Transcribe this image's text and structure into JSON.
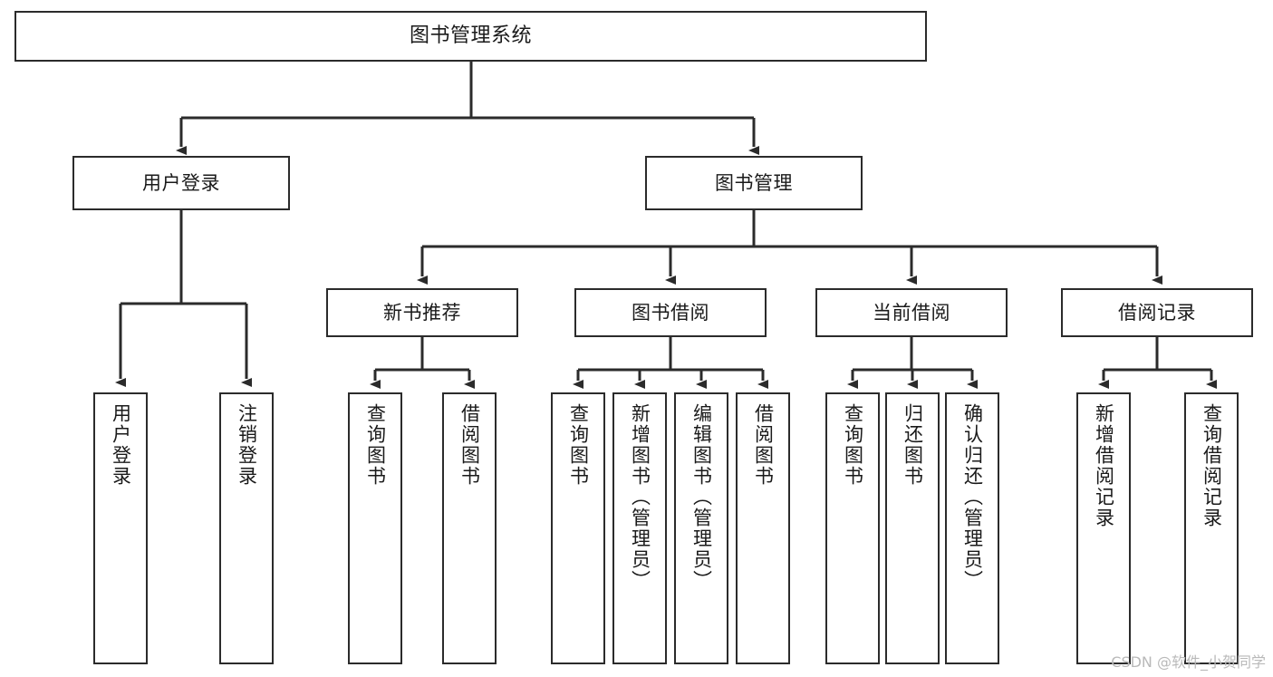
{
  "diagram": {
    "title": "图书管理系统",
    "type": "tree",
    "root": {
      "id": "root",
      "label": "图书管理系统",
      "orientation": "horizontal"
    },
    "level2": [
      {
        "id": "user-login",
        "label": "用户登录",
        "orientation": "horizontal"
      },
      {
        "id": "book-manage",
        "label": "图书管理",
        "orientation": "horizontal"
      }
    ],
    "level3": [
      {
        "id": "new-book-rec",
        "label": "新书推荐",
        "orientation": "horizontal",
        "parent": "book-manage"
      },
      {
        "id": "book-borrow",
        "label": "图书借阅",
        "orientation": "horizontal",
        "parent": "book-manage"
      },
      {
        "id": "current-borrow",
        "label": "当前借阅",
        "orientation": "horizontal",
        "parent": "book-manage"
      },
      {
        "id": "borrow-record",
        "label": "借阅记录",
        "orientation": "horizontal",
        "parent": "book-manage"
      }
    ],
    "leaves": [
      {
        "id": "leaf-user-login",
        "label": "用户登录",
        "parent": "user-login"
      },
      {
        "id": "leaf-logout",
        "label": "注销登录",
        "parent": "user-login"
      },
      {
        "id": "leaf-query-book-1",
        "label": "查询图书",
        "parent": "new-book-rec"
      },
      {
        "id": "leaf-borrow-book-1",
        "label": "借阅图书",
        "parent": "new-book-rec"
      },
      {
        "id": "leaf-query-book-2",
        "label": "查询图书",
        "parent": "book-borrow"
      },
      {
        "id": "leaf-add-book",
        "label": "新增图书（管理员）",
        "parent": "book-borrow"
      },
      {
        "id": "leaf-edit-book",
        "label": "编辑图书（管理员）",
        "parent": "book-borrow"
      },
      {
        "id": "leaf-borrow-book-2",
        "label": "借阅图书",
        "parent": "book-borrow"
      },
      {
        "id": "leaf-query-book-3",
        "label": "查询图书",
        "parent": "current-borrow"
      },
      {
        "id": "leaf-return-book",
        "label": "归还图书",
        "parent": "current-borrow"
      },
      {
        "id": "leaf-confirm-return",
        "label": "确认归还（管理员）",
        "parent": "current-borrow"
      },
      {
        "id": "leaf-add-record",
        "label": "新增借阅记录",
        "parent": "borrow-record"
      },
      {
        "id": "leaf-query-record",
        "label": "查询借阅记录",
        "parent": "borrow-record"
      }
    ],
    "colors": {
      "box_border": "#2b2b2b",
      "box_fill": "#ffffff",
      "connector": "#2b2b2b",
      "text": "#1a1a1a",
      "watermark": "#b9b9b9"
    }
  },
  "watermark": {
    "text": "CSDN @软件_小贺同学"
  }
}
